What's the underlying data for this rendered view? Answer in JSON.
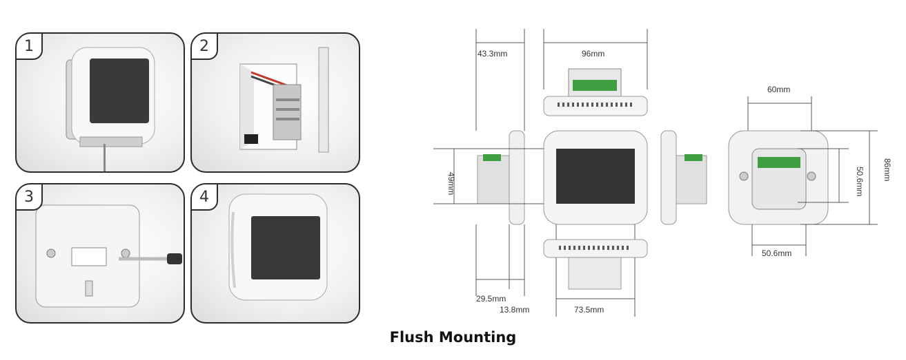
{
  "steps": [
    {
      "number": "1"
    },
    {
      "number": "2"
    },
    {
      "number": "3"
    },
    {
      "number": "4"
    }
  ],
  "dimensions": {
    "depth_total": "43.3mm",
    "top_width": "96mm",
    "height_left": "49mm",
    "depth_a": "29.5mm",
    "depth_b": "13.8mm",
    "bottom_width": "73.5mm",
    "back_top": "60mm",
    "back_inner_h": "50.6mm",
    "back_total_h": "86mm",
    "back_bottom": "50.6mm"
  },
  "footer_title": "Flush Mounting",
  "colors": {
    "screen": "#3a3a3a",
    "terminal": "#3f9e3f",
    "frame": "#f4f4f4"
  }
}
